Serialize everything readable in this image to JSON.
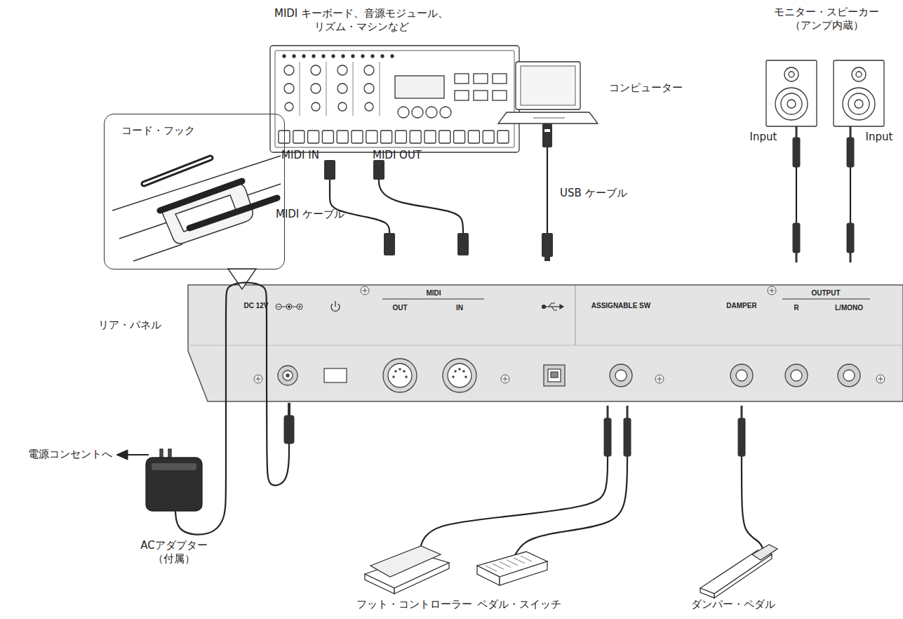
{
  "diagram": {
    "nodes": [
      {
        "text": [
          "リア・パネル",
          "DC 12V",
          "MIDI",
          "OUT",
          "IN",
          "ASSIGNABLE SW",
          "DAMPER",
          "OUTPUT",
          "R",
          "L/MONO"
        ]
      },
      {
        "text": [
          "コード・フック"
        ]
      }
    ],
    "labels": [
      "MIDI キーボード、音源モジュール、 リズム・マシンなど",
      "MIDI IN",
      "MIDI OUT",
      "MIDI ケーブル",
      "コンピューター",
      "USB ケーブル",
      "モニター・スピーカー （アンプ内蔵）",
      "Input",
      "Input",
      "電源コンセントへ",
      "ACアダプター （付属）",
      "フット・コントローラー",
      "ペダル・スイッチ",
      "ダンパー・ペダル"
    ]
  }
}
